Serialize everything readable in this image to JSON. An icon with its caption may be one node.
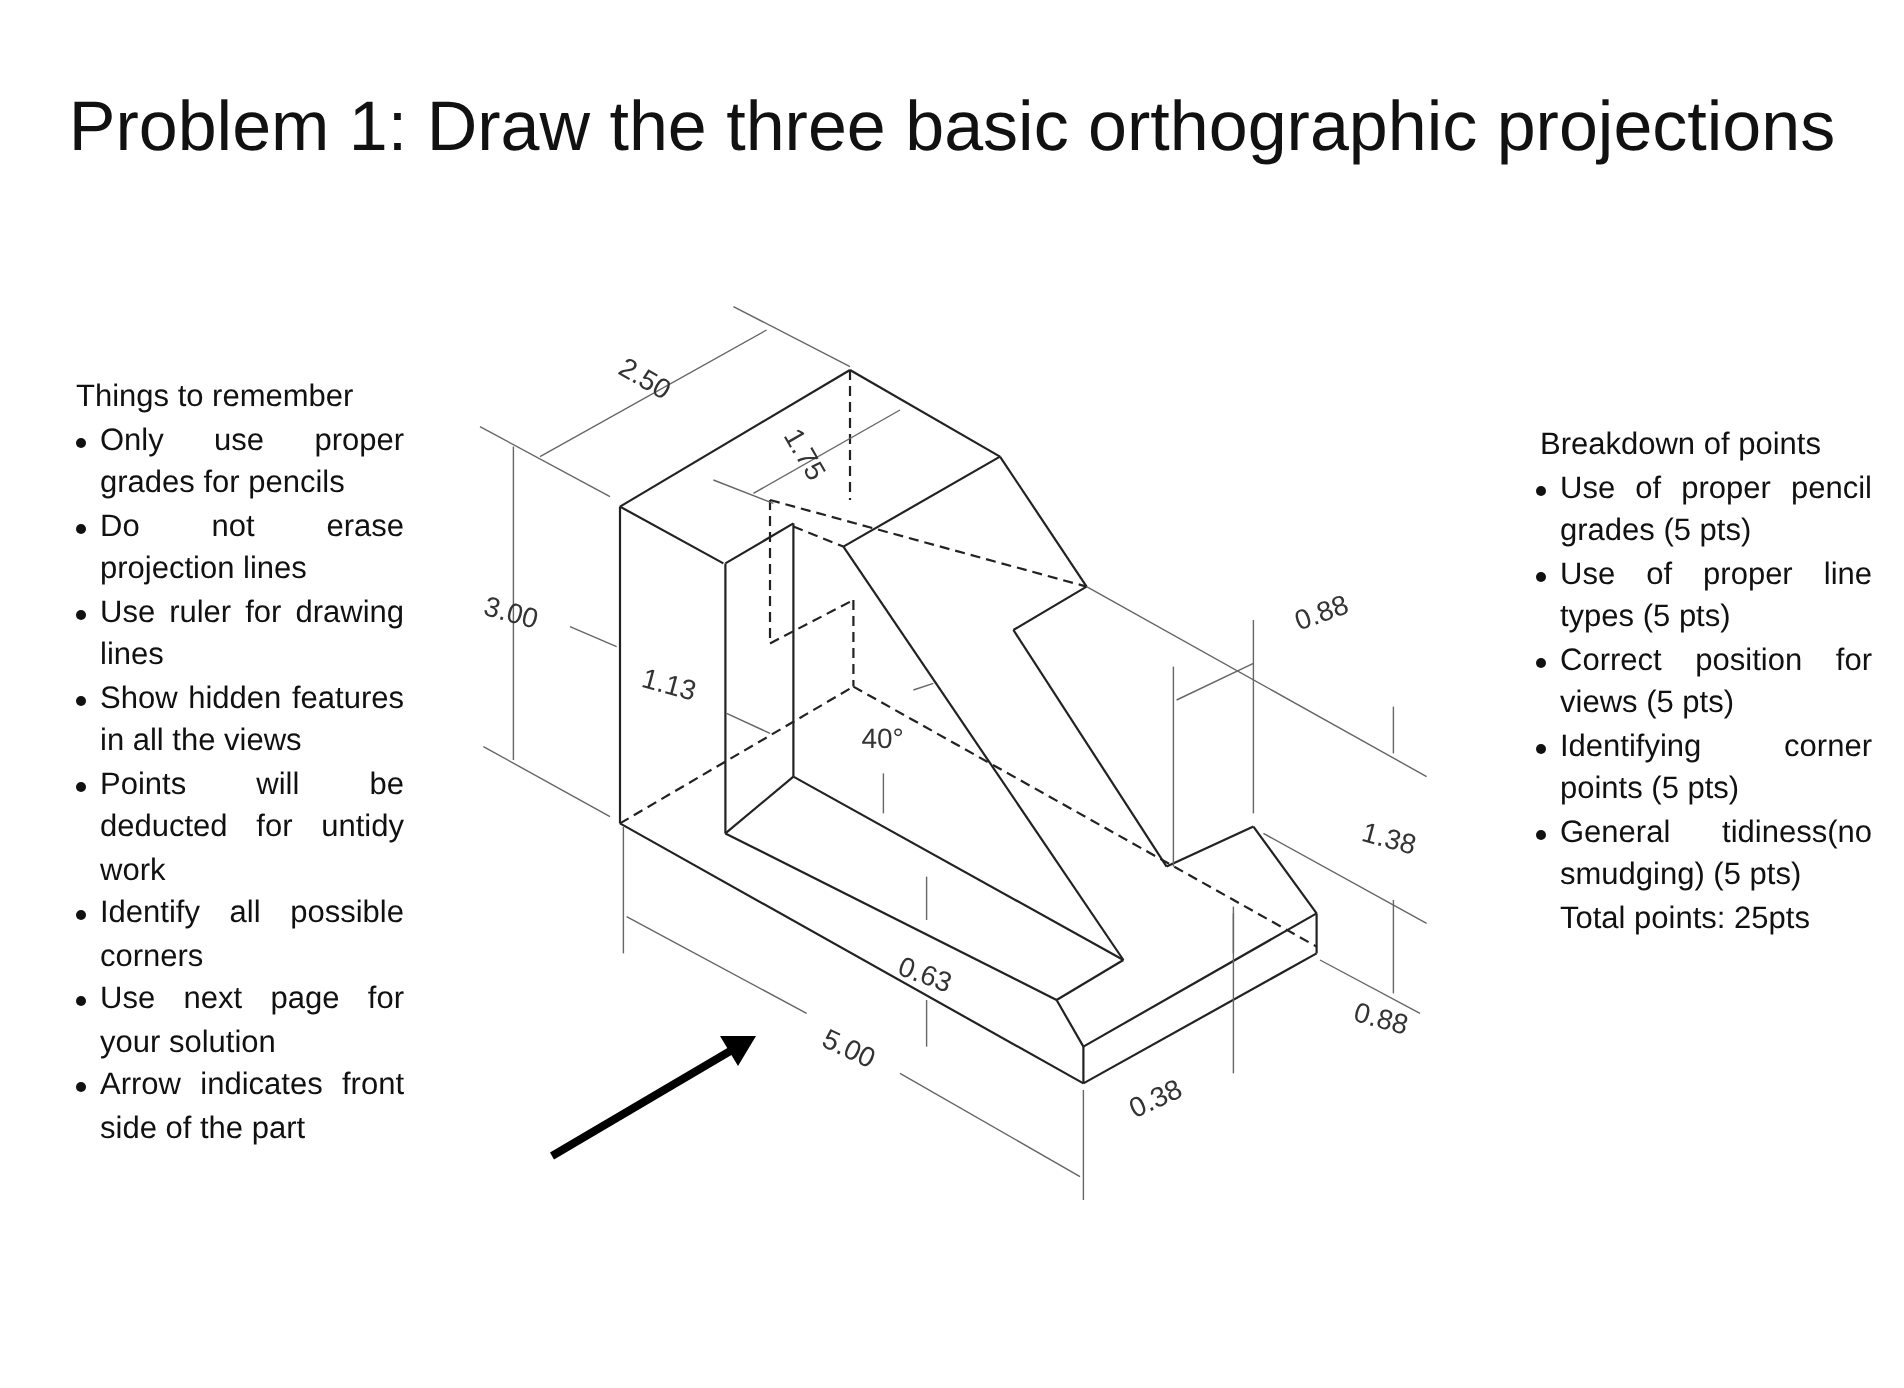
{
  "diagram": {
    "title": "Problem 1: Draw the three basic orthographic projections",
    "labels": [
      "Things to remember",
      "Only use proper grades for pencils",
      "Do not erase projection lines",
      "Use ruler for drawing lines",
      "Show hidden features in all the views",
      "Points will be deducted for untidy work",
      "Identify all possible corners",
      "Use next page for your solution",
      "Arrow indicates front side of the part",
      "2.50",
      "1.75",
      "3.00",
      "1.13",
      "40°",
      "0.88",
      "1.38",
      "0.63",
      "0.88",
      "5.00",
      "0.38",
      "Breakdown of points",
      "Use of proper pencil grades (5 pts)",
      "Use of proper line types (5 pts)",
      "Correct position for views (5 pts)",
      "Identifying corner points (5 pts)",
      "General tidiness(no smudging) (5 pts)",
      "Total points: 25pts"
    ]
  }
}
